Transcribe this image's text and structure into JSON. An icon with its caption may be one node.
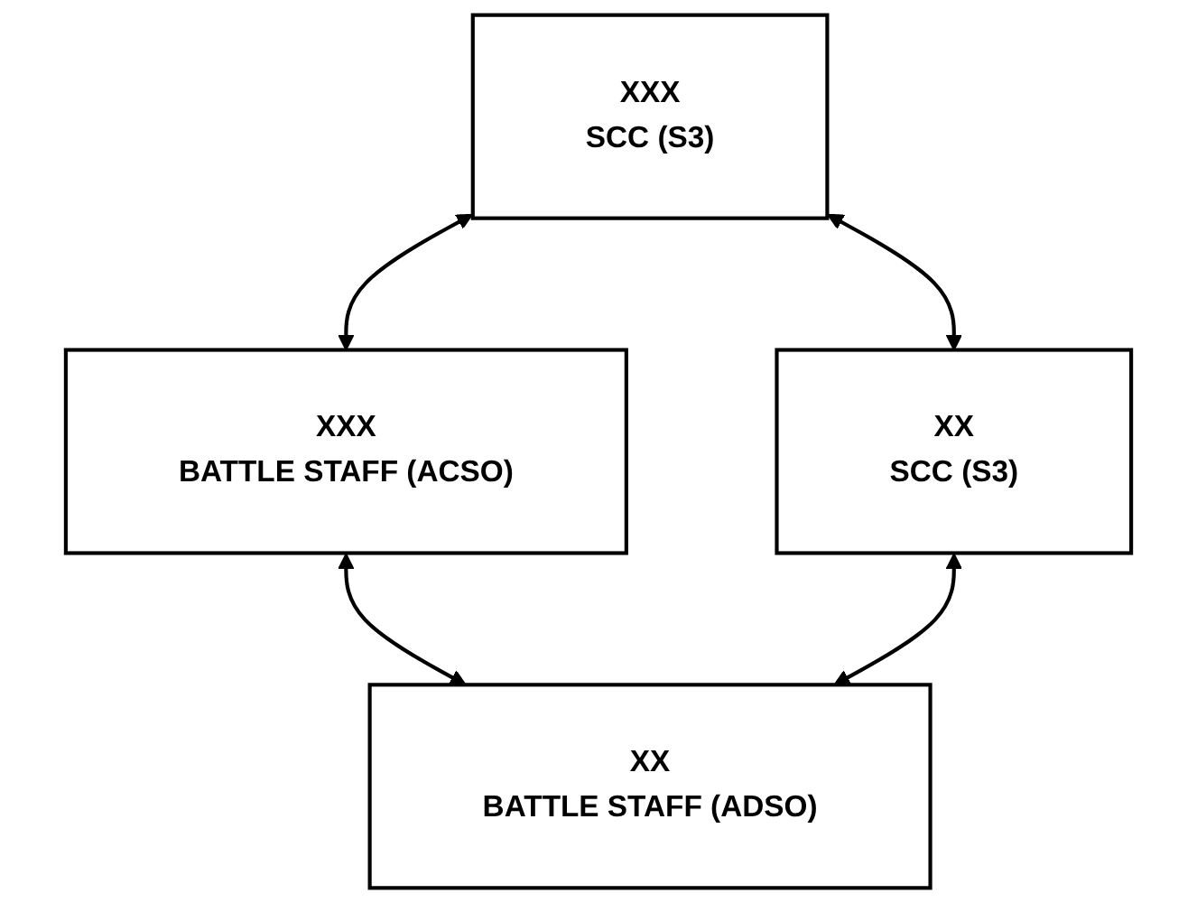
{
  "diagram": {
    "nodes": [
      {
        "text": [
          "XXX",
          "SCC (S3)"
        ]
      },
      {
        "text": [
          "XXX",
          "BATTLE STAFF (ACSO)"
        ]
      },
      {
        "text": [
          "XX",
          "SCC (S3)"
        ]
      },
      {
        "text": [
          "XX",
          "BATTLE STAFF (ADSO)"
        ]
      }
    ],
    "edges": [
      {
        "from": 0,
        "to": 1,
        "arrow": "both"
      },
      {
        "from": 0,
        "to": 2,
        "arrow": "both"
      },
      {
        "from": 1,
        "to": 3,
        "arrow": "both"
      },
      {
        "from": 2,
        "to": 3,
        "arrow": "both"
      }
    ]
  }
}
